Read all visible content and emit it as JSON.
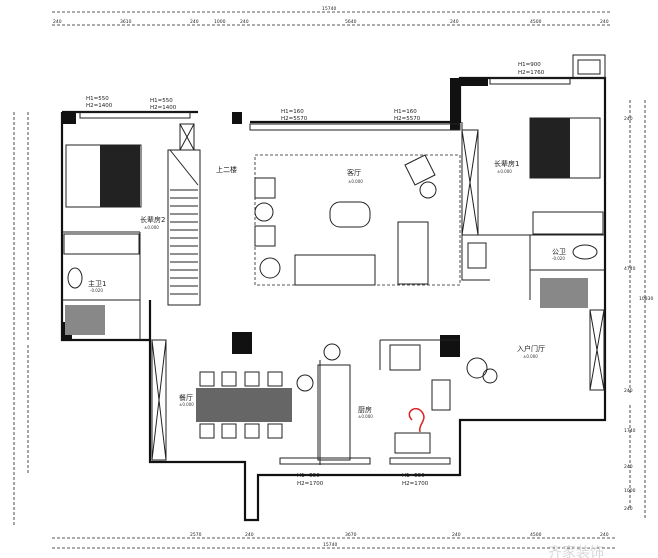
{
  "title": "Floor plan",
  "dimensions": {
    "top_total": "15740",
    "top_segments": [
      "240",
      "3610",
      "240",
      "1000",
      "240",
      "5640",
      "240",
      "4500",
      "240"
    ],
    "bottom_total": "15740",
    "bottom_segments": [
      "2570",
      "240",
      "3670",
      "240",
      "4500",
      "240"
    ],
    "right_segments": [
      "240",
      "4740",
      "10830",
      "240",
      "1740",
      "240",
      "1000",
      "240"
    ]
  },
  "windows": [
    {
      "h1": "H1=550",
      "h2": "H2=1400"
    },
    {
      "h1": "H1=550",
      "h2": "H2=1400"
    },
    {
      "h1": "H1=160",
      "h2": "H2=5570"
    },
    {
      "h1": "H1=160",
      "h2": "H2=5570"
    },
    {
      "h1": "H1=900",
      "h2": "H2=1760"
    },
    {
      "h1": "H1=550",
      "h2": "H2=1700"
    },
    {
      "h1": "H1=550",
      "h2": "H2=1700"
    }
  ],
  "rooms": [
    {
      "name": "长辈房2",
      "level": "±0.000"
    },
    {
      "name": "主卫1",
      "level": "-0.020"
    },
    {
      "name": "客厅",
      "level": "±0.000"
    },
    {
      "name": "长辈房1",
      "level": "±0.000"
    },
    {
      "name": "公卫",
      "level": "-0.020"
    },
    {
      "name": "入户门厅",
      "level": "±0.000"
    },
    {
      "name": "餐厅",
      "level": "±0.000"
    },
    {
      "name": "厨房",
      "level": "±0.000"
    }
  ],
  "stair_label": "上二楼",
  "watermark": "齐家装饰"
}
